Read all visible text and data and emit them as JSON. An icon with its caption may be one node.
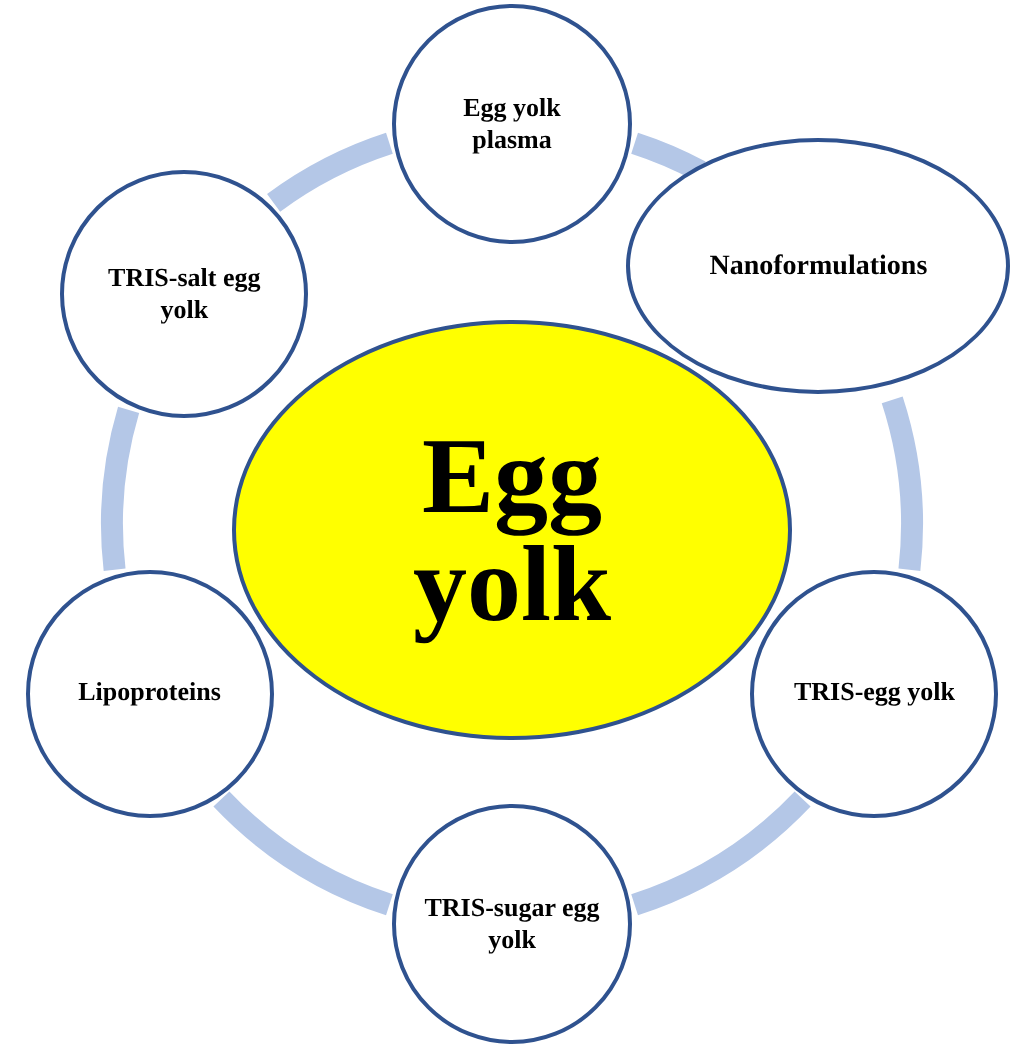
{
  "diagram": {
    "nodes": [
      {
        "text": [
          "Egg yolk"
        ]
      },
      {
        "text": [
          "Egg yolk plasma"
        ]
      },
      {
        "text": [
          "Nanoformulations"
        ]
      },
      {
        "text": [
          "TRIS-egg yolk"
        ]
      },
      {
        "text": [
          "TRIS-sugar egg yolk"
        ]
      },
      {
        "text": [
          "Lipoproteins"
        ]
      },
      {
        "text": [
          "TRIS-salt egg yolk"
        ]
      }
    ],
    "edges": [
      {
        "from": 1,
        "to": 2,
        "arrow": "none"
      },
      {
        "from": 2,
        "to": 3,
        "arrow": "none"
      },
      {
        "from": 3,
        "to": 4,
        "arrow": "none"
      },
      {
        "from": 4,
        "to": 5,
        "arrow": "none"
      },
      {
        "from": 5,
        "to": 6,
        "arrow": "none"
      },
      {
        "from": 6,
        "to": 1,
        "arrow": "none"
      }
    ]
  }
}
